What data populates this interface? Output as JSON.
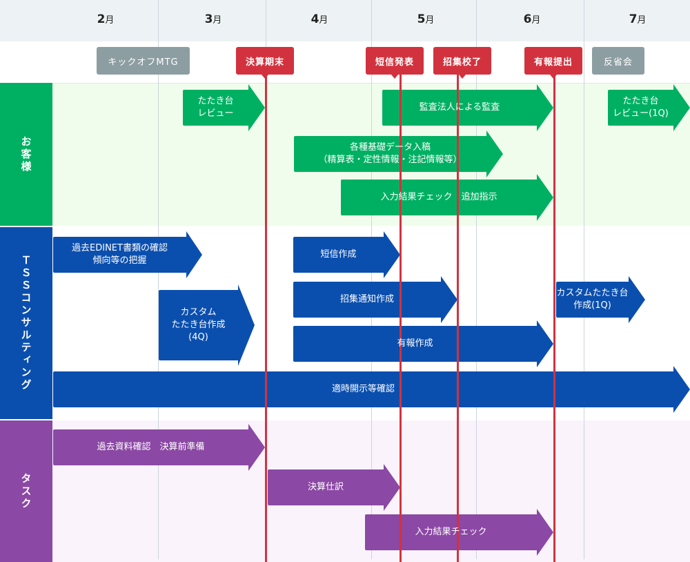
{
  "colors": {
    "customer": "#00b062",
    "customer_bg": "#f0fdec",
    "tss": "#0b4fae",
    "tss_bg": "#ffffff",
    "task": "#8b48a4",
    "task_bg": "#faf3fc",
    "deadline": "#d2323e",
    "event": "#8d9ea3",
    "header_bg": "#edf3f4"
  },
  "months": [
    {
      "num": "2",
      "unit": "月"
    },
    {
      "num": "3",
      "unit": "月"
    },
    {
      "num": "4",
      "unit": "月"
    },
    {
      "num": "5",
      "unit": "月"
    },
    {
      "num": "6",
      "unit": "月"
    },
    {
      "num": "7",
      "unit": "月"
    }
  ],
  "milestones": [
    {
      "label": "キックオフMTG",
      "type": "event"
    },
    {
      "label": "決算期末",
      "type": "deadline"
    },
    {
      "label": "短信発表",
      "type": "deadline"
    },
    {
      "label": "招集校了",
      "type": "deadline"
    },
    {
      "label": "有報提出",
      "type": "deadline"
    },
    {
      "label": "反省会",
      "type": "event"
    }
  ],
  "lanes": [
    {
      "label": "お客様",
      "tasks": [
        {
          "label": "たたき台\nレビュー"
        },
        {
          "label": "監査法人による監査"
        },
        {
          "label": "たたき台\nレビュー(1Q)"
        },
        {
          "label": "各種基礎データ入稿\n（精算表・定性情報・注記情報等）"
        },
        {
          "label": "入力結果チェック　追加指示"
        }
      ]
    },
    {
      "label": "ＴＳＳコンサルティング",
      "tasks": [
        {
          "label": "過去EDINET書類の確認\n傾向等の把握"
        },
        {
          "label": "短信作成"
        },
        {
          "label": "カスタム\nたたき台作成\n(4Q)"
        },
        {
          "label": "招集通知作成"
        },
        {
          "label": "カスタムたたき台\n作成(1Q)"
        },
        {
          "label": "有報作成"
        },
        {
          "label": "適時開示等確認"
        }
      ]
    },
    {
      "label": "タスク",
      "tasks": [
        {
          "label": "過去資料確認　決算前準備"
        },
        {
          "label": "決算仕訳"
        },
        {
          "label": "入力結果チェック"
        }
      ]
    }
  ]
}
